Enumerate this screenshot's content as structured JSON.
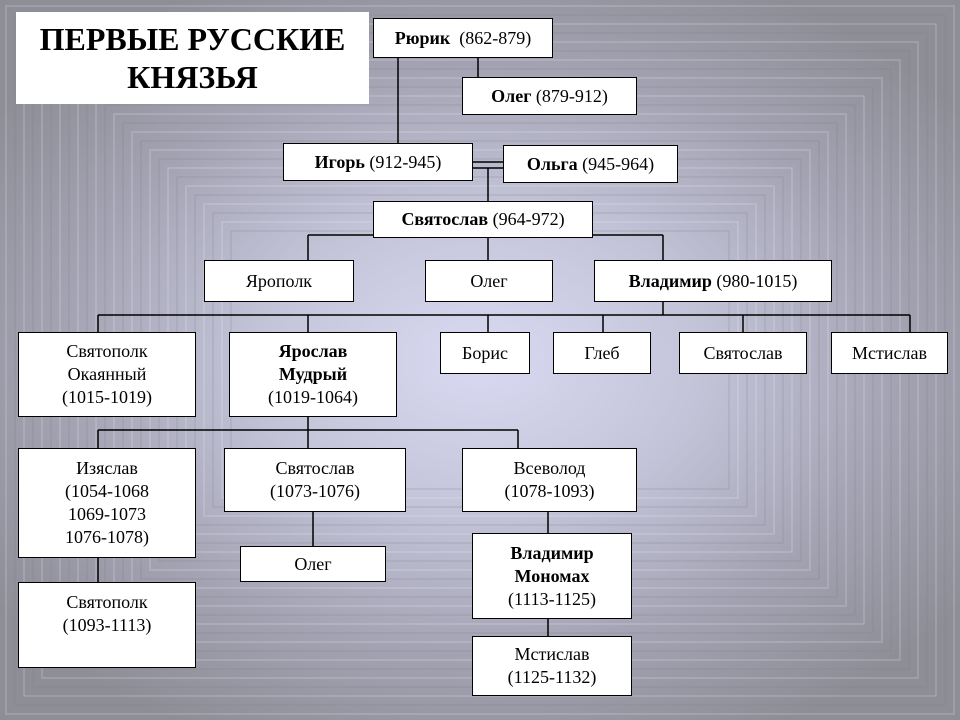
{
  "title": {
    "line1": "ПЕРВЫЕ РУССКИЕ",
    "line2": "КНЯЗЬЯ"
  },
  "nodes": {
    "rurik": {
      "name": "Рюрик",
      "years": "(862-879)"
    },
    "oleg1": {
      "name": "Олег",
      "years": "(879-912)"
    },
    "igor": {
      "name": "Игорь",
      "years": "(912-945)"
    },
    "olga": {
      "name": "Ольга",
      "years": "(945-964)"
    },
    "svyatoslav1": {
      "name": "Святослав",
      "years": "(964-972)"
    },
    "yaropolk": {
      "name": "Ярополк"
    },
    "oleg2": {
      "name": "Олег"
    },
    "vladimir": {
      "name": "Владимир",
      "years": "(980-1015)"
    },
    "svyatopolk": {
      "line1": "Святополк",
      "line2": "Окаянный",
      "years": "(1015-1019)"
    },
    "yaroslav": {
      "line1": "Ярослав",
      "line2": "Мудрый",
      "years": "(1019-1064)"
    },
    "boris": {
      "name": "Борис"
    },
    "gleb": {
      "name": "Глеб"
    },
    "svyatoslav2": {
      "name": "Святослав"
    },
    "mstislav1": {
      "name": "Мстислав"
    },
    "izyaslav": {
      "name": "Изяслав",
      "y1": "(1054-1068",
      "y2": "1069-1073",
      "y3": "1076-1078)"
    },
    "svyatoslav3": {
      "name": "Святослав",
      "years": "(1073-1076)"
    },
    "vsevolod": {
      "name": "Всеволод",
      "years": "(1078-1093)"
    },
    "oleg3": {
      "name": "Олег"
    },
    "monomakh": {
      "line1": "Владимир",
      "line2": "Мономах",
      "years": "(1113-1125)"
    },
    "svyatopolk2": {
      "name": "Святополк",
      "years": "(1093-1113)"
    },
    "mstislav2": {
      "name": "Мстислав",
      "years": "(1125-1132)"
    }
  }
}
